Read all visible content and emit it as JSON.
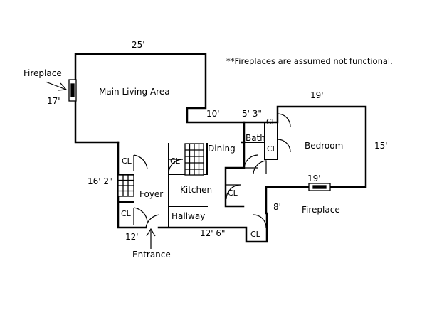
{
  "note": "**Fireplaces are assumed not functional.",
  "rooms": {
    "main_living": "Main Living Area",
    "dining": "Dining",
    "kitchen": "Kitchen",
    "foyer": "Foyer",
    "hallway": "Hallway",
    "bath": "Bath",
    "bedroom": "Bedroom"
  },
  "features": {
    "fireplace_left": "Fireplace",
    "fireplace_right": "Fireplace",
    "entrance": "Entrance"
  },
  "closet_label": "CL",
  "dimensions": {
    "living_width": "25'",
    "living_height": "17'",
    "living_step": "10'",
    "bath_width": "5' 3\"",
    "bedroom_width_top": "19'",
    "bedroom_width_bottom": "19'",
    "bedroom_height": "15'",
    "foyer_height": "16' 2\"",
    "foyer_width": "12'",
    "hallway_width": "12' 6\"",
    "hall_height": "8'"
  }
}
